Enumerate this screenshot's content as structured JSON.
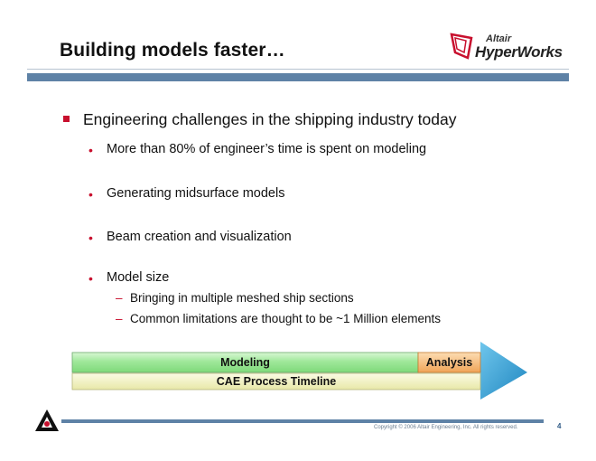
{
  "title": "Building models faster…",
  "logo": {
    "top_text": "Altair",
    "main_text": "HyperWorks",
    "mark": "altair-logo"
  },
  "bullets": {
    "main": "Engineering challenges in the shipping industry today",
    "items": [
      "More than 80% of engineer’s time is spent on modeling",
      "Generating midsurface models",
      "Beam creation and visualization",
      "Model size"
    ],
    "sub_items": [
      "Bringing in multiple meshed ship sections",
      "Common limitations are thought to be ~1 Million elements"
    ]
  },
  "timeline": {
    "modeling_label": "Modeling",
    "analysis_label": "Analysis",
    "caption": "CAE Process Timeline"
  },
  "footer": {
    "copyright": "Copyright © 2006 Altair Engineering, Inc. All rights reserved.",
    "page_number": "4"
  },
  "colors": {
    "accent_red": "#c8102e",
    "rule_blue": "#5e82a6",
    "modeling_green": "#9fe89a",
    "analysis_orange": "#f5b36b",
    "caption_yellow": "#f3f3c8",
    "arrow_teal": "#3aa8d8"
  }
}
